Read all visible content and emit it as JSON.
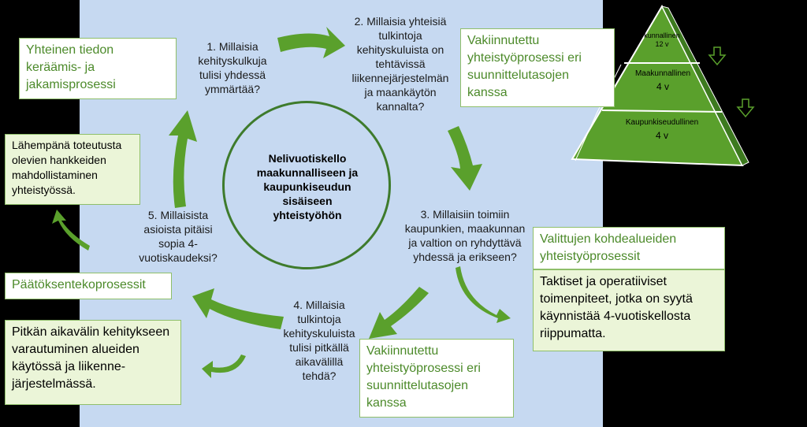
{
  "center": {
    "lines": [
      "Nelivuotiskello",
      "maakunnalliseen ja",
      "kaupunkiseudun",
      "sisäiseen",
      "yhteistyöhön"
    ]
  },
  "questions": {
    "q1": [
      "1. Millaisia",
      "kehityskulkuja",
      "tulisi yhdessä",
      "ymmärtää?"
    ],
    "q2": [
      "2. Millaisia yhteisiä",
      "tulkintoja",
      "kehityskuluista on",
      "tehtävissä",
      "liikennejärjestelmän",
      "ja maankäytön",
      "kannalta?"
    ],
    "q3": [
      "3. Millaisiin toimiin",
      "kaupunkien, maakunnan",
      "ja valtion on ryhdyttävä",
      "yhdessä ja erikseen?"
    ],
    "q4": [
      "4. Millaisia",
      "tulkintoja",
      "kehityskuluista",
      "tulisi pitkällä",
      "aikavälillä",
      "tehdä?"
    ],
    "q5": [
      "5. Millaisista",
      "asioista pitäisi",
      "sopia 4-",
      "vuotiskaudeksi?"
    ]
  },
  "boxes": {
    "info": [
      "Yhteinen tiedon",
      "keräämis- ja",
      "jakamisprosessi"
    ],
    "coop_top": [
      "Vakiinnutettu",
      "yhteistyöprosessi eri",
      "suunnittelutasojen",
      "kanssa"
    ],
    "projects": [
      "Lähempänä toteutusta",
      "olevien hankkeiden",
      "mahdollistaminen",
      "yhteistyössä."
    ],
    "selected": [
      "Valittujen kohdealueiden",
      "yhteistyöprosessit"
    ],
    "tactical": [
      "Taktiset ja operatiiviset",
      "toimenpiteet, jotka on syytä",
      "käynnistää 4-vuotiskellosta",
      "riippumatta."
    ],
    "decision": "Päätöksentekoprosessit",
    "longterm": [
      "Pitkän aikavälin kehitykseen",
      "varautuminen alueiden",
      "käytössä ja liikenne-",
      "järjestelmässä."
    ],
    "coop_bottom": [
      "Vakiinnutettu",
      "yhteistyöprosessi eri",
      "suunnittelutasojen",
      "kanssa"
    ]
  },
  "pyramid": {
    "top_label": "Valtakunnallinen",
    "top_visible": "kunnallinen",
    "top_period": "12 v",
    "mid_label": "Maakunnallinen",
    "mid_period": "4 v",
    "bottom_label": "Kaupunkiseudullinen",
    "bottom_period": "4 v"
  },
  "colors": {
    "panel": "#c6d9f1",
    "arrow_green": "#5aa02c",
    "box_text_green": "#4c8a2a",
    "light_green_box": "#ebf5d8"
  }
}
